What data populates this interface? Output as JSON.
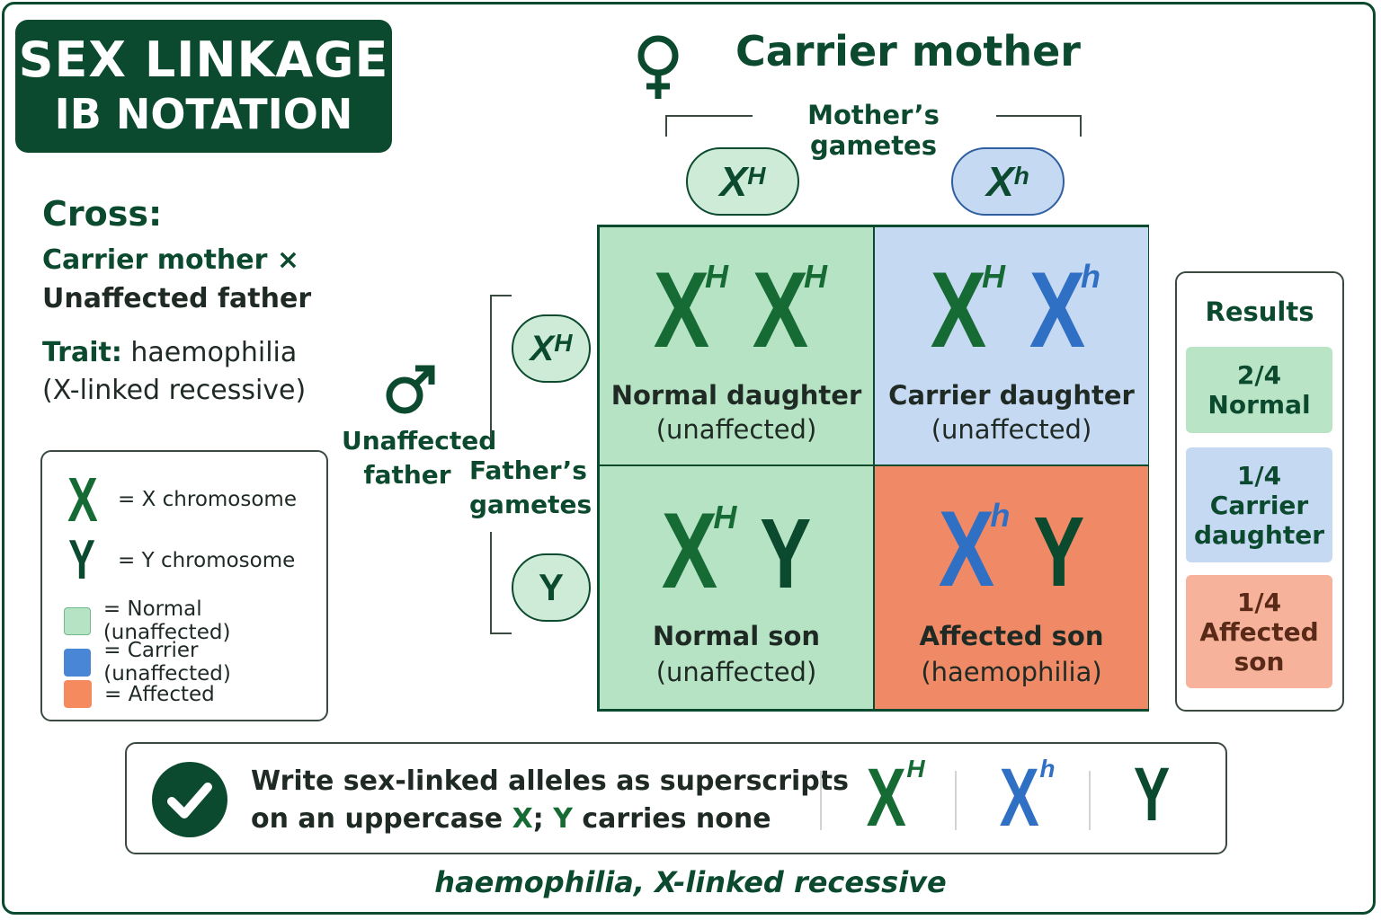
{
  "colors": {
    "dark_green": "#0b4a2e",
    "x_green": "#166b35",
    "x_blue": "#2f6fc4",
    "normal_fill": "#b6e3c4",
    "carrier_fill": "#c6d9f2",
    "affected_fill": "#f08a66",
    "carrier_swatch": "#4a86d6",
    "affected_swatch": "#f48a5e",
    "results_normal": "#b9e4c6",
    "results_carrier": "#c5d9f3",
    "results_affected": "#f6b29a"
  },
  "title": {
    "line1": "SEX LINKAGE",
    "line2": "IB NOTATION"
  },
  "cross": {
    "heading": "Cross:",
    "line1": "Carrier mother ×",
    "line2": "Unaffected father",
    "trait_label": "Trait:",
    "trait_value": " haemophilia",
    "trait_line2": "(X-linked recessive)"
  },
  "key": {
    "x_symbol": "X",
    "x_text": "=  X chromosome",
    "y_symbol": "Y",
    "y_text": "=  Y chromosome",
    "normal_text": "= Normal (unaffected)",
    "carrier_text": "= Carrier (unaffected)",
    "affected_text": "= Affected"
  },
  "mother": {
    "title": "Carrier mother",
    "gametes_label": "Mother’s gametes",
    "gamete1": {
      "base": "X",
      "sup": "H"
    },
    "gamete2": {
      "base": "X",
      "sup": "h"
    }
  },
  "father": {
    "label_line1": "Unaffected",
    "label_line2": "father",
    "gametes_line1": "Father’s",
    "gametes_line2": "gametes",
    "gamete1": {
      "base": "X",
      "sup": "H"
    },
    "gamete2": {
      "base": "Y"
    }
  },
  "punnett": {
    "cell_tl": {
      "a": "X",
      "a_sup": "H",
      "b": "X",
      "b_sup": "H",
      "label": "Normal daughter",
      "sub": "(unaffected)"
    },
    "cell_tr": {
      "a": "X",
      "a_sup": "H",
      "b": "X",
      "b_sup": "h",
      "label": "Carrier daughter",
      "sub": "(unaffected)"
    },
    "cell_bl": {
      "a": "X",
      "a_sup": "H",
      "b": "Y",
      "label": "Normal son",
      "sub": "(unaffected)"
    },
    "cell_br": {
      "a": "X",
      "a_sup": "h",
      "b": "Y",
      "label": "Affected son",
      "sub": "(haemophilia)"
    }
  },
  "results": {
    "title": "Results",
    "normal": {
      "ratio": "2/4",
      "text": "Normal"
    },
    "carrier": {
      "ratio": "1/4",
      "text1": "Carrier",
      "text2": "daughter"
    },
    "affected": {
      "ratio": "1/4",
      "text1": "Affected",
      "text2": "son"
    }
  },
  "notation_bar": {
    "line1": "Write sex-linked alleles as superscripts",
    "line2_pre": "on an uppercase ",
    "line2_x": "X",
    "line2_mid": "; ",
    "line2_y": "Y",
    "line2_post": " carries none",
    "ex1": {
      "base": "X",
      "sup": "H"
    },
    "ex2": {
      "base": "X",
      "sup": "h"
    },
    "ex3": {
      "base": "Y"
    }
  },
  "footer": "haemophilia, X-linked recessive"
}
